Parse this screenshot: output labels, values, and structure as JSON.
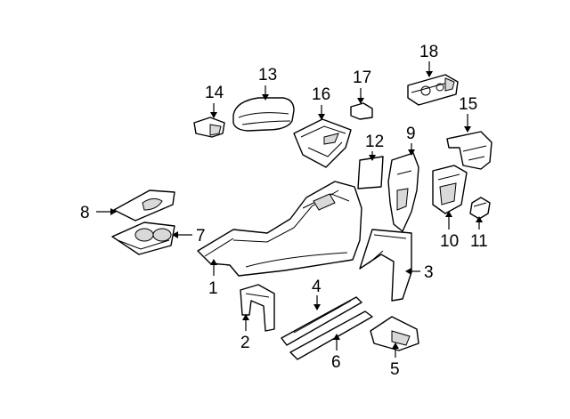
{
  "diagram": {
    "parts": [
      {
        "id": "part-1",
        "label": "1"
      },
      {
        "id": "part-2",
        "label": "2"
      },
      {
        "id": "part-3",
        "label": "3"
      },
      {
        "id": "part-4",
        "label": "4"
      },
      {
        "id": "part-5",
        "label": "5"
      },
      {
        "id": "part-6",
        "label": "6"
      },
      {
        "id": "part-7",
        "label": "7"
      },
      {
        "id": "part-8",
        "label": "8"
      },
      {
        "id": "part-9",
        "label": "9"
      },
      {
        "id": "part-10",
        "label": "10"
      },
      {
        "id": "part-11",
        "label": "11"
      },
      {
        "id": "part-12",
        "label": "12"
      },
      {
        "id": "part-13",
        "label": "13"
      },
      {
        "id": "part-14",
        "label": "14"
      },
      {
        "id": "part-15",
        "label": "15"
      },
      {
        "id": "part-16",
        "label": "16"
      },
      {
        "id": "part-17",
        "label": "17"
      },
      {
        "id": "part-18",
        "label": "18"
      }
    ]
  }
}
